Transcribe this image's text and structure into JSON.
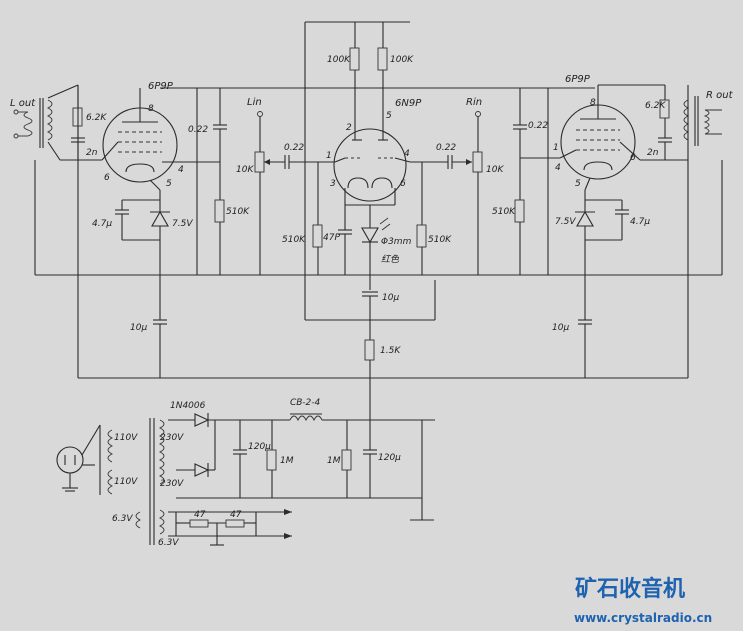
{
  "labels": {
    "l_out": "L out",
    "r_out": "R out",
    "l_in": "Lin",
    "r_in": "Rin",
    "tube_left": "6P9P",
    "tube_mid": "6N9P",
    "tube_right": "6P9P",
    "r_100k_a": "100K",
    "r_100k_b": "100K",
    "r_62k_l": "6.2K",
    "r_62k_r": "6.2K",
    "c_2n_l": "2n",
    "c_2n_r": "2n",
    "c_022_l1": "0.22",
    "c_022_l2": "0.22",
    "c_022_r1": "0.22",
    "c_022_r2": "0.22",
    "pot_l": "10K",
    "pot_r": "10K",
    "r_510k_1": "510K",
    "r_510k_2": "510K",
    "r_510k_3": "510K",
    "r_510k_4": "510K",
    "c_47u_l": "4.7μ",
    "c_47u_r": "4.7μ",
    "z_75_l": "7.5V",
    "z_75_r": "7.5V",
    "c_10u_l": "10μ",
    "c_10u_m": "10μ",
    "c_10u_r": "10μ",
    "c_47p": "47P",
    "led": "Φ3mm",
    "led_color": "红色",
    "r_15k": "1.5K",
    "diode": "1N4006",
    "choke": "CB-2-4",
    "c_120u_1": "120μ",
    "c_120u_2": "120μ",
    "r_1m_1": "1M",
    "r_1m_2": "1M",
    "t_110_1": "110V",
    "t_110_2": "110V",
    "t_230_1": "230V",
    "t_230_2": "230V",
    "t_63_1": "6.3V",
    "t_63_2": "6.3V",
    "r_47_1": "47",
    "r_47_2": "47"
  },
  "pins": {
    "p8l": "8",
    "p6l": "6",
    "p4l": "4",
    "p5l": "5",
    "p2m": "2",
    "p5m": "5",
    "p1m": "1",
    "p4m": "4",
    "p3m": "3",
    "p6m": "6",
    "p8r": "8",
    "p1r": "1",
    "p4r": "4",
    "p6r": "6",
    "p5r": "5"
  },
  "watermark": {
    "title": "矿石收音机",
    "url": "www.crystalradio.cn"
  },
  "colors": {
    "watermark": "#1e63b0",
    "paper": "#d9d9d9",
    "ink": "#2b2b2b"
  }
}
